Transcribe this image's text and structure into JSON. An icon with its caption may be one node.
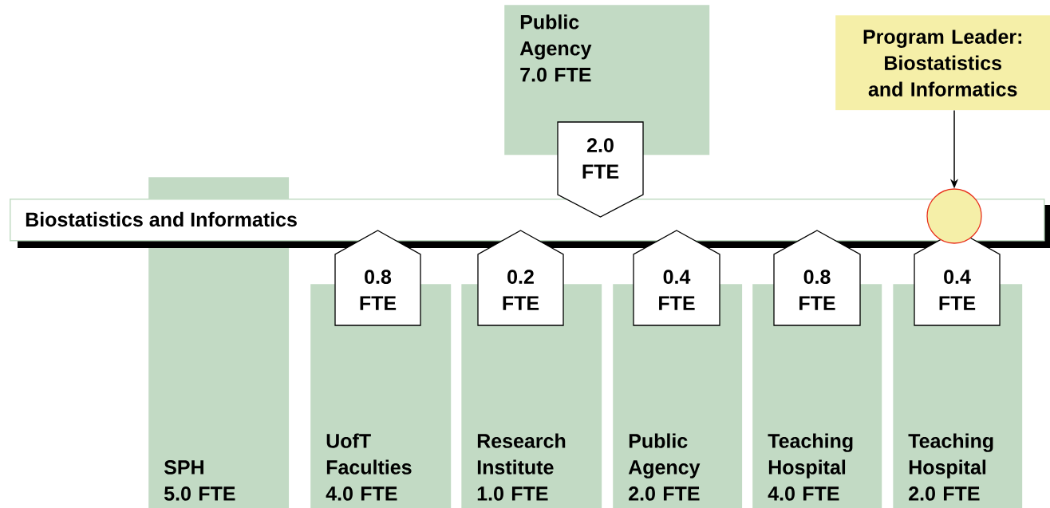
{
  "diagram": {
    "nodes": [
      {
        "text": [
          "Biostatistics and Informatics"
        ]
      },
      {
        "text": [
          "Public Agency",
          "7.0 FTE"
        ]
      },
      {
        "text": [
          "2.0 FTE"
        ]
      },
      {
        "text": [
          "Program Leader: Biostatistics and Informatics"
        ]
      },
      {
        "text": [],
        "shape": "circle"
      },
      {
        "text": [
          "SPH",
          "5.0 FTE"
        ]
      },
      {
        "text": [
          "UofT Faculties",
          "4.0 FTE"
        ]
      },
      {
        "text": [
          "0.8 FTE"
        ]
      },
      {
        "text": [
          "Research Institute",
          "1.0 FTE"
        ]
      },
      {
        "text": [
          "0.2 FTE"
        ]
      },
      {
        "text": [
          "Public Agency",
          "2.0 FTE"
        ]
      },
      {
        "text": [
          "0.4 FTE"
        ]
      },
      {
        "text": [
          "Teaching Hospital",
          "4.0 FTE"
        ]
      },
      {
        "text": [
          "0.8 FTE"
        ]
      },
      {
        "text": [
          "Teaching Hospital",
          "2.0 FTE"
        ]
      },
      {
        "text": [
          "0.4 FTE"
        ]
      }
    ],
    "edges": [
      {
        "from": 3,
        "to": 4,
        "arrow": "to"
      }
    ]
  }
}
